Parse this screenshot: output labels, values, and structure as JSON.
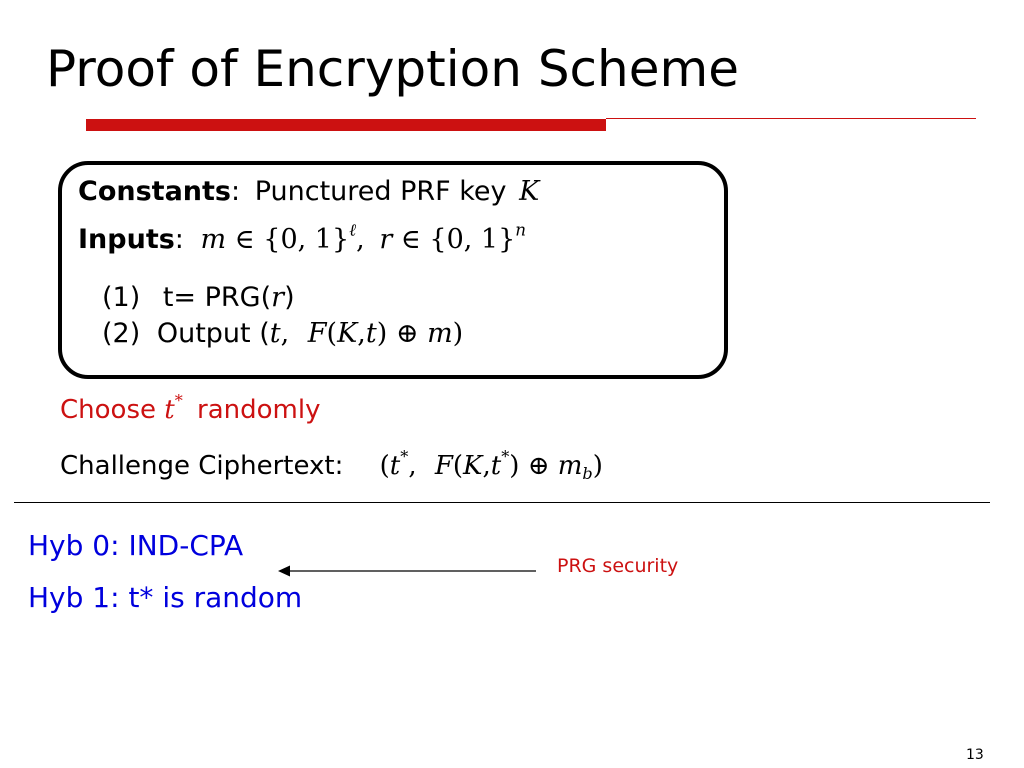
{
  "slide": {
    "title": "Proof of Encryption Scheme",
    "number": "13"
  },
  "colors": {
    "accent_red": "#cc1111",
    "hybrid_blue": "#0000dd",
    "text": "#000000"
  },
  "program": {
    "constants_label": "Constants",
    "constants_sep": ":",
    "constants_text": "Punctured PRF key",
    "constants_var": "K",
    "inputs_label": "Inputs",
    "inputs_sep": ":",
    "inputs_m": "m",
    "inputs_elem1": "∈ {0, 1}",
    "inputs_sup1": "ℓ",
    "inputs_comma": ",",
    "inputs_r": "r",
    "inputs_elem2": "∈ {0, 1}",
    "inputs_sup2": "n",
    "step1_num": "(1)",
    "step1_text": "t= PRG(",
    "step1_var": "r",
    "step1_close": ")",
    "step2_num": "(2)",
    "step2_text": "Output (",
    "step2_t": "t",
    "step2_comma": ",",
    "step2_F": "F",
    "step2_open": "(",
    "step2_K": "K",
    "step2_comma2": ",",
    "step2_t2": "t",
    "step2_close": ")",
    "step2_xor": "⊕",
    "step2_m": "m",
    "step2_end": ")"
  },
  "choose": {
    "before": "Choose",
    "var": "t",
    "sup": "*",
    "after": "randomly"
  },
  "challenge": {
    "label": "Challenge Ciphertext:",
    "open": "(",
    "t": "t",
    "t_sup": "*",
    "comma": ",",
    "F": "F",
    "F_open": "(",
    "K": "K",
    "K_comma": ",",
    "t2": "t",
    "t2_sup": "*",
    "F_close": ")",
    "xor": "⊕",
    "m": "m",
    "m_sub": "b",
    "close": ")"
  },
  "hybrids": [
    {
      "label": "Hyb 0: IND-CPA"
    },
    {
      "label": "Hyb 1: t* is random"
    }
  ],
  "transition": {
    "label": "PRG security"
  }
}
